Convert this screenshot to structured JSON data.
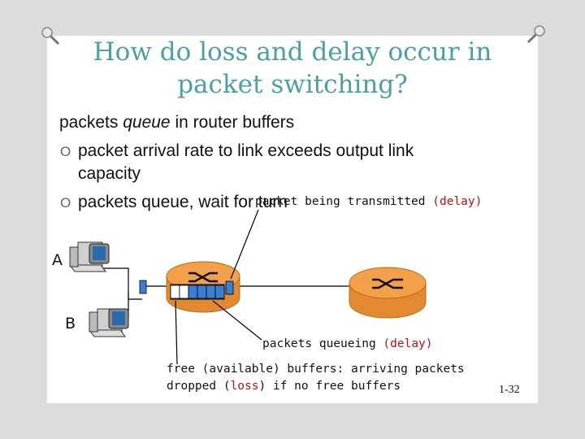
{
  "slide": {
    "title_line1": "How do loss and delay occur in",
    "title_line2": "packet switching?",
    "intro_pre": "packets ",
    "intro_em": "queue",
    "intro_post": " in router buffers",
    "bullet_marker": "O",
    "bullet1_line1": "packet arrival rate to link exceeds output link",
    "bullet1_line2": "capacity",
    "bullet2": "packets queue, wait for turn",
    "page_number": "1-32"
  },
  "diagram": {
    "host_a_label": "A",
    "host_b_label": "B",
    "transmit_text": "packet being transmitted ",
    "transmit_tag": "(delay)",
    "queue_text": "packets queueing ",
    "queue_tag": "(delay)",
    "free_line1": "free (available) buffers: arriving packets",
    "free_line2_pre": "dropped (",
    "free_line2_loss": "loss",
    "free_line2_post": ") if no free buffers",
    "colors": {
      "router": "#f2a04a",
      "packet": "#3a7fd5",
      "tag": "#c01010",
      "title": "#4aa0a4"
    }
  }
}
